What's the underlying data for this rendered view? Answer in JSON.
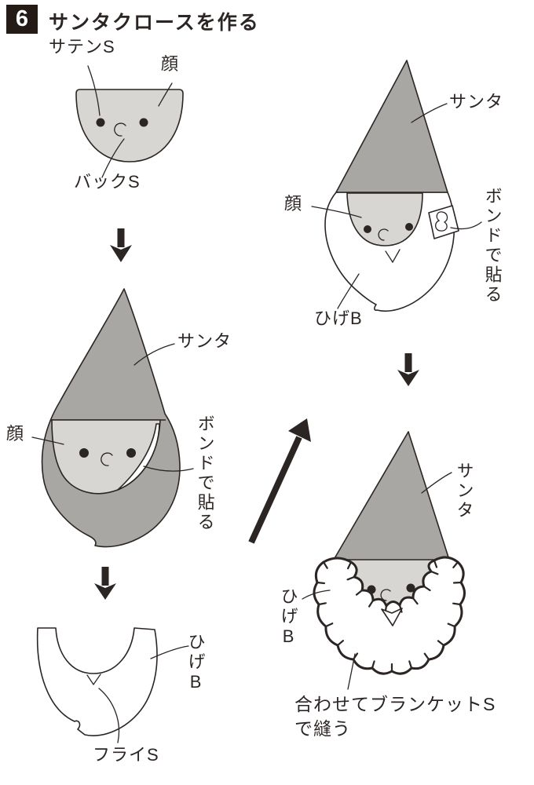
{
  "header": {
    "step_number": "6",
    "title": "サンタクロースを作る"
  },
  "colors": {
    "outline": "#2b2523",
    "shape_gray": "#a9a7a4",
    "face_gray": "#d8d6d3",
    "header_bg": "#241b16"
  },
  "step1_front_face": {
    "labels": {
      "satin_stitch": "サテンS",
      "face": "顔",
      "back_stitch": "バックS"
    }
  },
  "step2_hat_glue": {
    "labels": {
      "santa": "サンタ",
      "face": "顔",
      "glue": "ボンドで貼る"
    }
  },
  "step3_beard_piece": {
    "labels": {
      "beard": "ひげB",
      "fly_stitch": "フライS"
    }
  },
  "step4_beard_glue": {
    "labels": {
      "santa": "サンタ",
      "face": "顔",
      "glue": "ボンドで貼る",
      "beard": "ひげB"
    }
  },
  "step5_finished": {
    "labels": {
      "santa": "サンタ",
      "beard": "ひげB",
      "note_line1": "合わせてブランケットS",
      "note_line2": "で縫う"
    }
  }
}
